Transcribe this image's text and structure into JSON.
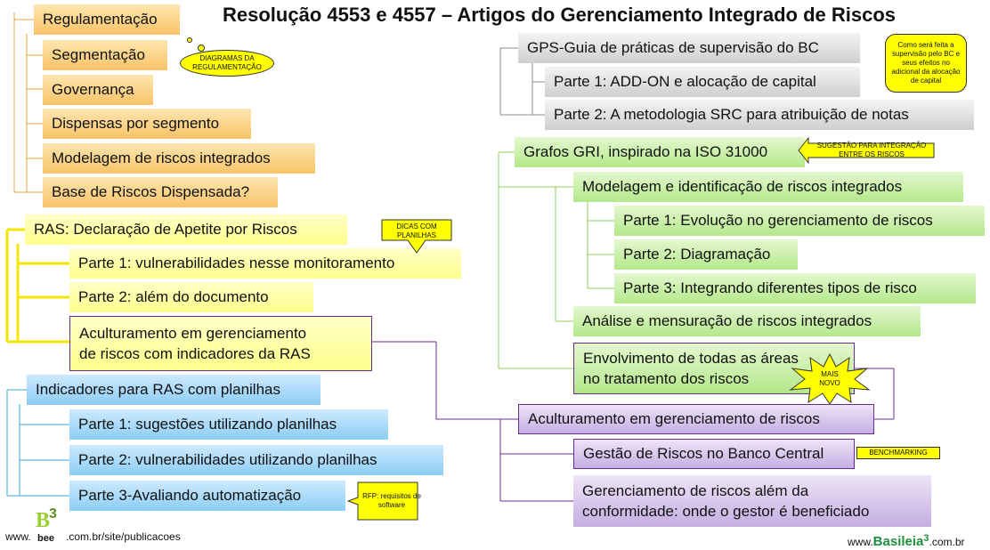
{
  "title": "Resolução 4553 e 4557 – Artigos do Gerenciamento Integrado de Riscos",
  "left_tree": {
    "regulation": {
      "root": "Regulamentação",
      "items": [
        "Segmentação",
        "Governança",
        "Dispensas por segmento",
        "Modelagem de riscos integrados",
        "Base de Riscos Dispensada?"
      ]
    },
    "ras": {
      "root": "RAS: Declaração de Apetite por Riscos",
      "items": [
        "Parte 1: vulnerabilidades nesse monitoramento",
        "Parte 2: além do documento"
      ],
      "culture_line1": "Aculturamento em gerenciamento",
      "culture_line2": "de riscos com indicadores da RAS"
    },
    "indicators": {
      "root": "Indicadores para RAS com planilhas",
      "items": [
        "Parte 1: sugestões utilizando planilhas",
        "Parte 2: vulnerabilidades utilizando planilhas",
        "Parte 3-Avaliando automatização"
      ]
    }
  },
  "right_tree": {
    "gps": {
      "root": "GPS-Guia de práticas de supervisão do BC",
      "items": [
        "Parte 1: ADD-ON e alocação de capital",
        "Parte 2: A metodologia SRC para atribuição de notas"
      ]
    },
    "gri": {
      "root": "Grafos GRI, inspirado na ISO 31000",
      "modeling": "Modelagem e identificação de riscos integrados",
      "modeling_parts": [
        "Parte 1: Evolução no gerenciamento de riscos",
        "Parte 2: Diagramação",
        "Parte 3: Integrando diferentes tipos de risco"
      ],
      "analysis": "Análise e mensuração de riscos integrados",
      "involvement_line1": "Envolvimento de todas as áreas",
      "involvement_line2": "no tratamento dos riscos"
    },
    "culture": {
      "root": "Aculturamento em gerenciamento de riscos",
      "management_bc": "Gestão de Riscos no Banco Central",
      "beyond_line1": "Gerenciamento de riscos além da",
      "beyond_line2": "conformidade: onde o gestor é beneficiado"
    }
  },
  "notes": {
    "diagrams": "DIAGRAMAS DA REGULAMENTAÇÃO",
    "tips": "DICAS COM PLANILHAS",
    "supervision": "Como será feita a supervisão pelo BC e seus efeitos no adicional da alocação de capital",
    "integration": "SUGESTÃO PARA INTEGRAÇÃO ENTRE OS RISCOS",
    "newest": "MAIS NOVO",
    "benchmarking": "BENCHMARKING",
    "rfp": "RFP: requisitos de software"
  },
  "footer": {
    "left_prefix": "www.",
    "left_url": ".com.br/site/publicacoes",
    "logo_letter": "B",
    "logo_digit": "3",
    "logo_word": "bee",
    "right_prefix": "www.",
    "right_brand": "Basileia",
    "right_digit": "3",
    "right_suffix": ".com.br"
  },
  "colors": {
    "orange": "#f8c368",
    "yellow": "#ffff8c",
    "blue": "#8ccdf5",
    "gray": "#cfcfcf",
    "green": "#b4e88a",
    "purple": "#c5aee3",
    "connector_orange": "#e8a33c",
    "connector_yellow": "#f5e600",
    "connector_blue": "#3aa8e0",
    "connector_gray": "#8c8c8c",
    "connector_green": "#8fcf5a",
    "connector_purple": "#6a2d91"
  }
}
